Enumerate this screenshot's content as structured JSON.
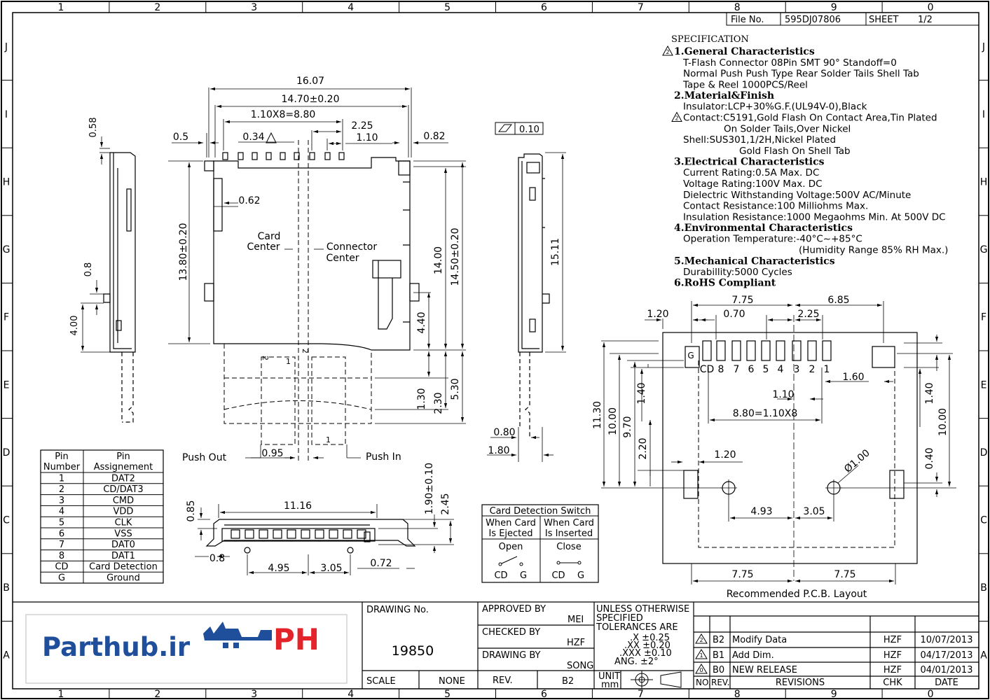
{
  "frame": {
    "col_labels": [
      "1",
      "2",
      "3",
      "4",
      "5",
      "6",
      "7",
      "8",
      "9",
      "0"
    ],
    "row_labels": [
      "J",
      "I",
      "H",
      "G",
      "F",
      "E",
      "D",
      "C",
      "B",
      "A"
    ]
  },
  "file_box": {
    "file_label": "File No.",
    "file_no": "595DJ07806",
    "sheet_label": "SHEET",
    "sheet_value": "1/2"
  },
  "spec": {
    "title": "SPECIFICATION",
    "lines": [
      {
        "text": "1.General Characteristics",
        "kind": "head",
        "rev": "B2"
      },
      {
        "text": "T-Flash Connector 08Pin SMT 90° Standoff=0",
        "kind": "body",
        "indent": 1
      },
      {
        "text": "Normal Push Push Type Rear Solder Tails Shell Tab",
        "kind": "body",
        "indent": 1
      },
      {
        "text": "Tape & Reel 1000PCS/Reel",
        "kind": "body",
        "indent": 1
      },
      {
        "text": "2.Material&Finish",
        "kind": "head"
      },
      {
        "text": "Insulator:LCP+30%G.F.(UL94V-0),Black",
        "kind": "body",
        "indent": 1
      },
      {
        "text": "Contact:C5191,Gold Flash On Contact Area,Tin Plated",
        "kind": "body",
        "indent": 1,
        "rev": "B2"
      },
      {
        "text": "On Solder Tails,Over Nickel",
        "kind": "body",
        "indent": 2
      },
      {
        "text": "Shell:SUS301,1/2H,Nickel Plated",
        "kind": "body",
        "indent": 1
      },
      {
        "text": "Gold Flash On Shell Tab",
        "kind": "body",
        "indent": 3
      },
      {
        "text": "3.Electrical Characteristics",
        "kind": "head"
      },
      {
        "text": "Current Rating:0.5A Max. DC",
        "kind": "body",
        "indent": 1
      },
      {
        "text": "Voltage Rating:100V Max. DC",
        "kind": "body",
        "indent": 1
      },
      {
        "text": "Dielectric Withstanding Voltage:500V AC/Minute",
        "kind": "body",
        "indent": 1
      },
      {
        "text": "Contact Resistance:100 Milliohms Max.",
        "kind": "body",
        "indent": 1
      },
      {
        "text": "Insulation Resistance:1000 Megaohms Min. At 500V DC",
        "kind": "body",
        "indent": 1
      },
      {
        "text": "4.Environmental Characteristics",
        "kind": "head"
      },
      {
        "text": "Operation Temperature:-40°C~+85°C",
        "kind": "body",
        "indent": 1
      },
      {
        "text": "(Humidity Range 85% RH Max.)",
        "kind": "body",
        "indent": 4
      },
      {
        "text": "5.Mechanical Characteristics",
        "kind": "head"
      },
      {
        "text": "Durabillity:5000 Cycles",
        "kind": "body",
        "indent": 1
      },
      {
        "text": "6.RoHS Compliant",
        "kind": "head"
      }
    ]
  },
  "dims": {
    "side": {
      "d058": "0.58",
      "d08": "0.8",
      "d400": "4.00"
    },
    "front": {
      "d1607": "16.07",
      "d1470": "14.70±0.20",
      "d110x8": "1.10X8=8.80",
      "d225": "2.25",
      "d110": "1.10",
      "d05": "0.5",
      "d034": "0.34",
      "d082": "0.82",
      "d062": "0.62",
      "d1380": "13.80±0.20",
      "d1400": "14.00",
      "d1450": "14.50±0.20",
      "d440": "4.40",
      "d130": "1.30",
      "d230": "2.30",
      "d530": "5.30",
      "d095": "0.95",
      "card_center": [
        "Card",
        "Center"
      ],
      "connector_center": [
        "Connector",
        "Center"
      ],
      "push_out": "Push Out",
      "push_in": "Push In"
    },
    "right": {
      "flat": "0.10",
      "d1511": "15.11",
      "d080": "0.80",
      "d180": "1.80"
    },
    "bottom": {
      "d1116": "11.16",
      "d085": "0.85",
      "d190": "1.90±0.10",
      "d245": "2.45",
      "d08": "0.8",
      "d495": "4.95",
      "d305": "3.05",
      "d072": "0.72"
    },
    "pcb": {
      "d775a": "7.75",
      "d685": "6.85",
      "d120a": "1.20",
      "d070": "0.70",
      "d225": "2.25",
      "d160": "1.60",
      "d110": "1.10",
      "d880": "8.80=1.10X8",
      "d140a": "1.40",
      "d140b": "1.40",
      "d1130": "11.30",
      "d1000a": "10.00",
      "d970": "9.70",
      "d1000b": "10.00",
      "d220": "2.20",
      "d120b": "1.20",
      "d040": "0.40",
      "dia": "Ø1.00",
      "d493": "4.93",
      "d305": "3.05",
      "d775b": "7.75",
      "d775c": "7.75",
      "g_label": "G",
      "pad_labels": [
        "CD",
        "8",
        "7",
        "6",
        "5",
        "4",
        "3",
        "2",
        "1"
      ],
      "caption": "Recommended P.C.B. Layout"
    }
  },
  "pin_table": {
    "header": [
      "Pin Number",
      "Pin Assignement"
    ],
    "header_lines": [
      [
        "Pin",
        "Number"
      ],
      [
        "Pin",
        "Assignement"
      ]
    ],
    "rows": [
      [
        "1",
        "DAT2"
      ],
      [
        "2",
        "CD/DAT3"
      ],
      [
        "3",
        "CMD"
      ],
      [
        "4",
        "VDD"
      ],
      [
        "5",
        "CLK"
      ],
      [
        "6",
        "VSS"
      ],
      [
        "7",
        "DAT0"
      ],
      [
        "8",
        "DAT1"
      ],
      [
        "CD",
        "Card Detection"
      ],
      [
        "G",
        "Ground"
      ]
    ]
  },
  "card_switch": {
    "title": "Card Detection Switch",
    "col1": [
      "When Card",
      "Is Ejected"
    ],
    "col2": [
      "When Card",
      "Is Inserted"
    ],
    "state1": "Open",
    "state2": "Close",
    "pins": [
      "CD",
      "G"
    ]
  },
  "title_block": {
    "drawing_no_label": "DRAWING No.",
    "drawing_no": "19850",
    "scale_label": "SCALE",
    "scale_value": "NONE",
    "rev_label": "REV.",
    "rev_value": "B2",
    "approved_label": "APPROVED BY",
    "approved_value": "MEI",
    "checked_label": "CHECKED BY",
    "checked_value": "HZF",
    "drawing_label": "DRAWING BY",
    "drawing_value": "SONG",
    "tolerance_lines": [
      "UNLESS OTHERWISE",
      "SPECIFIED",
      "TOLERANCES ARE",
      ".X ±0.25",
      ".XX ±0.20",
      ".XXX ±0.10",
      "ANG. ±2°"
    ],
    "unit_label": "UNIT",
    "unit_value": "mm",
    "logo_text": "Parthub.ir",
    "logo_badge": "PH",
    "revisions": [
      {
        "no": "2",
        "rev": "B2",
        "desc": "Modify Data",
        "chk": "HZF",
        "date": "10/07/2013"
      },
      {
        "no": "1",
        "rev": "B1",
        "desc": "Add Dim.",
        "chk": "HZF",
        "date": "04/17/2013"
      },
      {
        "no": "0",
        "rev": "B0",
        "desc": "NEW RELEASE",
        "chk": "HZF",
        "date": "04/01/2013"
      }
    ],
    "rev_headers": {
      "no": "NO.",
      "rev": "REV.",
      "desc": "REVISIONS",
      "chk": "CHK",
      "date": "DATE"
    }
  },
  "colors": {
    "ink": "#000000",
    "logo_blue": "#1f4e9a",
    "logo_red": "#e3242b"
  }
}
